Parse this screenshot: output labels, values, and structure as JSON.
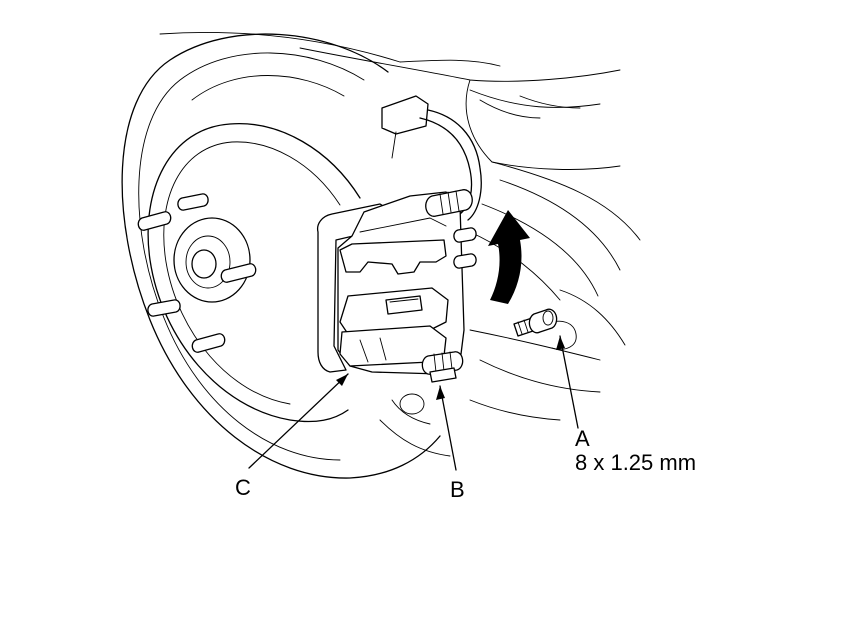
{
  "callouts": {
    "a": {
      "letter": "A",
      "spec": "8 x 1.25 mm"
    },
    "b": {
      "letter": "B"
    },
    "c": {
      "letter": "C"
    }
  }
}
